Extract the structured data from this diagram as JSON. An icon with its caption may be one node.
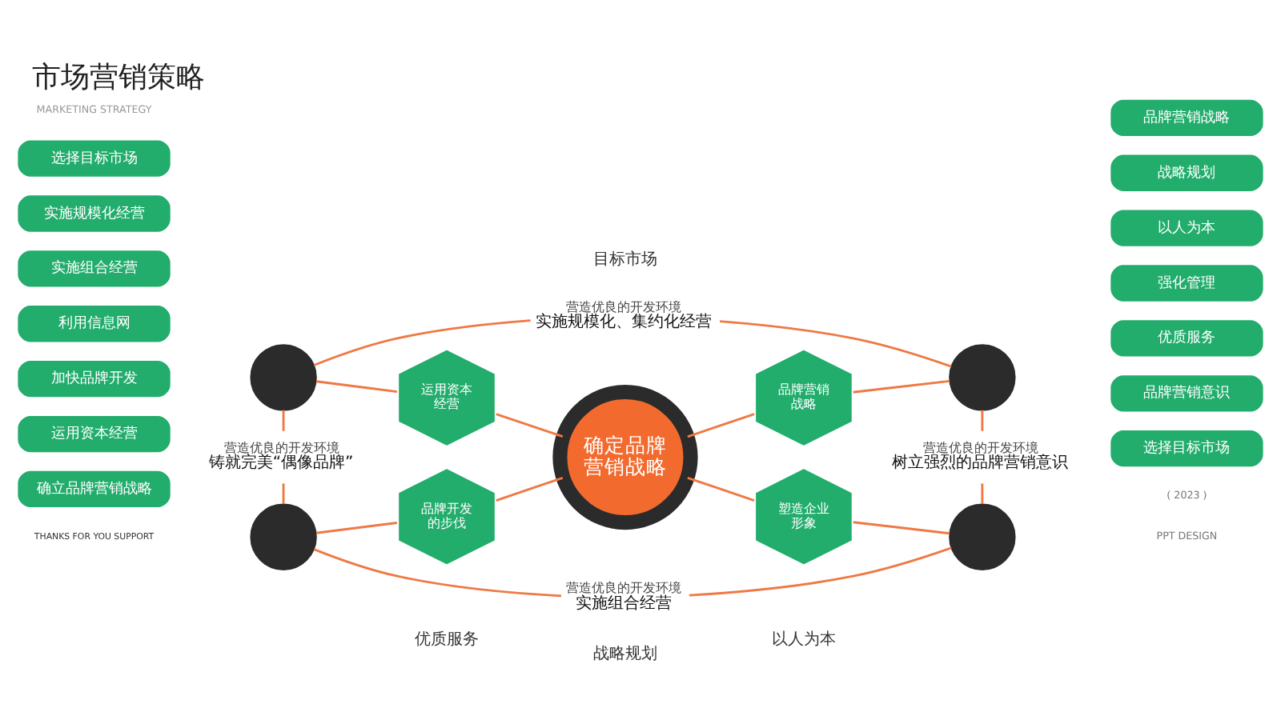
{
  "diagram": {
    "title": "市场营销策略",
    "nodes": [
      {
        "text": [
          "确定品牌营销战略"
        ]
      },
      {
        "text": [
          "运用资本经营"
        ]
      },
      {
        "text": [
          "品牌营销战略"
        ]
      },
      {
        "text": [
          "品牌开发的步伐"
        ]
      },
      {
        "text": [
          "塑造企业形象"
        ]
      },
      {
        "text": [],
        "shape": "circle"
      },
      {
        "text": [],
        "shape": "circle"
      },
      {
        "text": [],
        "shape": "circle"
      },
      {
        "text": [],
        "shape": "circle"
      },
      {
        "text": [
          "选择目标市场"
        ]
      },
      {
        "text": [
          "实施规模化经营"
        ]
      },
      {
        "text": [
          "实施组合经营"
        ]
      },
      {
        "text": [
          "利用信息网"
        ]
      },
      {
        "text": [
          "加快品牌开发"
        ]
      },
      {
        "text": [
          "运用资本经营"
        ]
      },
      {
        "text": [
          "确立品牌营销战略"
        ]
      },
      {
        "text": [
          "品牌营销战略"
        ]
      },
      {
        "text": [
          "战略规划"
        ]
      },
      {
        "text": [
          "以人为本"
        ]
      },
      {
        "text": [
          "强化管理"
        ]
      },
      {
        "text": [
          "优质服务"
        ]
      },
      {
        "text": [
          "品牌营销意识"
        ]
      },
      {
        "text": [
          "选择目标市场"
        ]
      },
      {
        "text": [
          "营造优良的开发环境",
          "实施规模化、集约化经营"
        ]
      },
      {
        "text": [
          "营造优良的开发环境",
          "铸就完美“偶像品牌”"
        ]
      },
      {
        "text": [
          "营造优良的开发环境",
          "树立强烈的品牌营销意识"
        ]
      },
      {
        "text": [
          "营造优良的开发环境",
          "实施组合经营"
        ]
      }
    ],
    "edges": [
      {
        "from": 1,
        "to": 0,
        "arrow": "none"
      },
      {
        "from": 0,
        "to": 2,
        "arrow": "none"
      },
      {
        "from": 3,
        "to": 0,
        "arrow": "none"
      },
      {
        "from": 0,
        "to": 4,
        "arrow": "none"
      },
      {
        "from": 5,
        "to": 1,
        "arrow": "none"
      },
      {
        "from": 2,
        "to": 6,
        "arrow": "none"
      },
      {
        "from": 7,
        "to": 3,
        "arrow": "none"
      },
      {
        "from": 4,
        "to": 8,
        "arrow": "none"
      },
      {
        "from": 5,
        "to": 23,
        "arrow": "none"
      },
      {
        "from": 23,
        "to": 6,
        "arrow": "none"
      },
      {
        "from": 5,
        "to": 24,
        "arrow": "none"
      },
      {
        "from": 24,
        "to": 7,
        "arrow": "none"
      },
      {
        "from": 6,
        "to": 25,
        "arrow": "none"
      },
      {
        "from": 25,
        "to": 8,
        "arrow": "none"
      },
      {
        "from": 7,
        "to": 26,
        "arrow": "none"
      },
      {
        "from": 26,
        "to": 8,
        "arrow": "none"
      }
    ],
    "labels": [
      "MARKETING STRATEGY",
      "目标市场",
      "优质服务",
      "以人为本",
      "战略规划",
      "THANKS FOR YOU SUPPORT",
      "( 2023 )",
      "PPT DESIGN"
    ]
  }
}
